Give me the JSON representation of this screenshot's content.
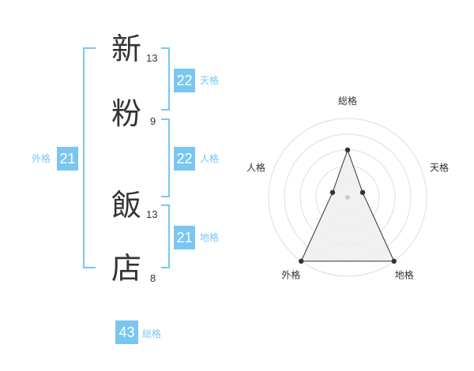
{
  "characters": [
    {
      "char": "新",
      "strokes": "13"
    },
    {
      "char": "粉",
      "strokes": "9"
    },
    {
      "char": "飯",
      "strokes": "13"
    },
    {
      "char": "店",
      "strokes": "8"
    }
  ],
  "fortunes": {
    "tenkaku": {
      "value": "22",
      "label": "天格"
    },
    "jinkaku": {
      "value": "22",
      "label": "人格"
    },
    "chikaku": {
      "value": "21",
      "label": "地格"
    },
    "gaikaku": {
      "value": "21",
      "label": "外格"
    },
    "soukaku": {
      "value": "43",
      "label": "総格"
    }
  },
  "chart_data": {
    "type": "radar",
    "axes": [
      "総格",
      "天格",
      "地格",
      "外格",
      "人格"
    ],
    "values": [
      3,
      1,
      5,
      5,
      1
    ],
    "rmax": 5,
    "rings": 5,
    "colors": {
      "ring_stroke": "#dddddd",
      "fill": "#eeeeee",
      "line": "#333333",
      "center": "#cccccc"
    }
  }
}
